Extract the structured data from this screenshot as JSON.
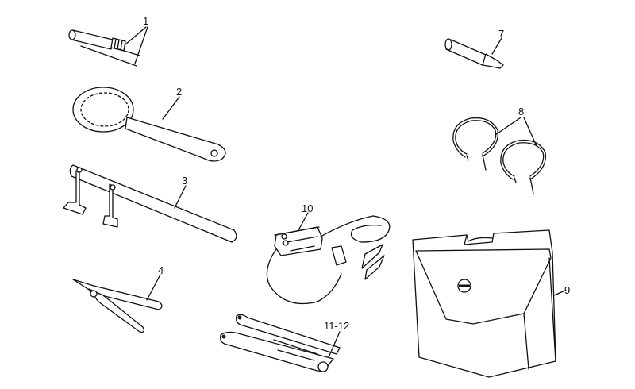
{
  "diagram": {
    "type": "exploded-parts-diagram",
    "callouts": [
      {
        "id": "1",
        "label": "1",
        "part": "pin-punch-set"
      },
      {
        "id": "2",
        "label": "2",
        "part": "ring-nut-wrench"
      },
      {
        "id": "3",
        "label": "3",
        "part": "puller-bar"
      },
      {
        "id": "4",
        "label": "4",
        "part": "pliers"
      },
      {
        "id": "7",
        "label": "7",
        "part": "drift"
      },
      {
        "id": "8",
        "label": "8",
        "part": "hose-clamps"
      },
      {
        "id": "9",
        "label": "9",
        "part": "tool-case"
      },
      {
        "id": "10",
        "label": "10",
        "part": "electronic-tester"
      },
      {
        "id": "11-12",
        "label": "11-12",
        "part": "pin-wrenches"
      }
    ]
  }
}
